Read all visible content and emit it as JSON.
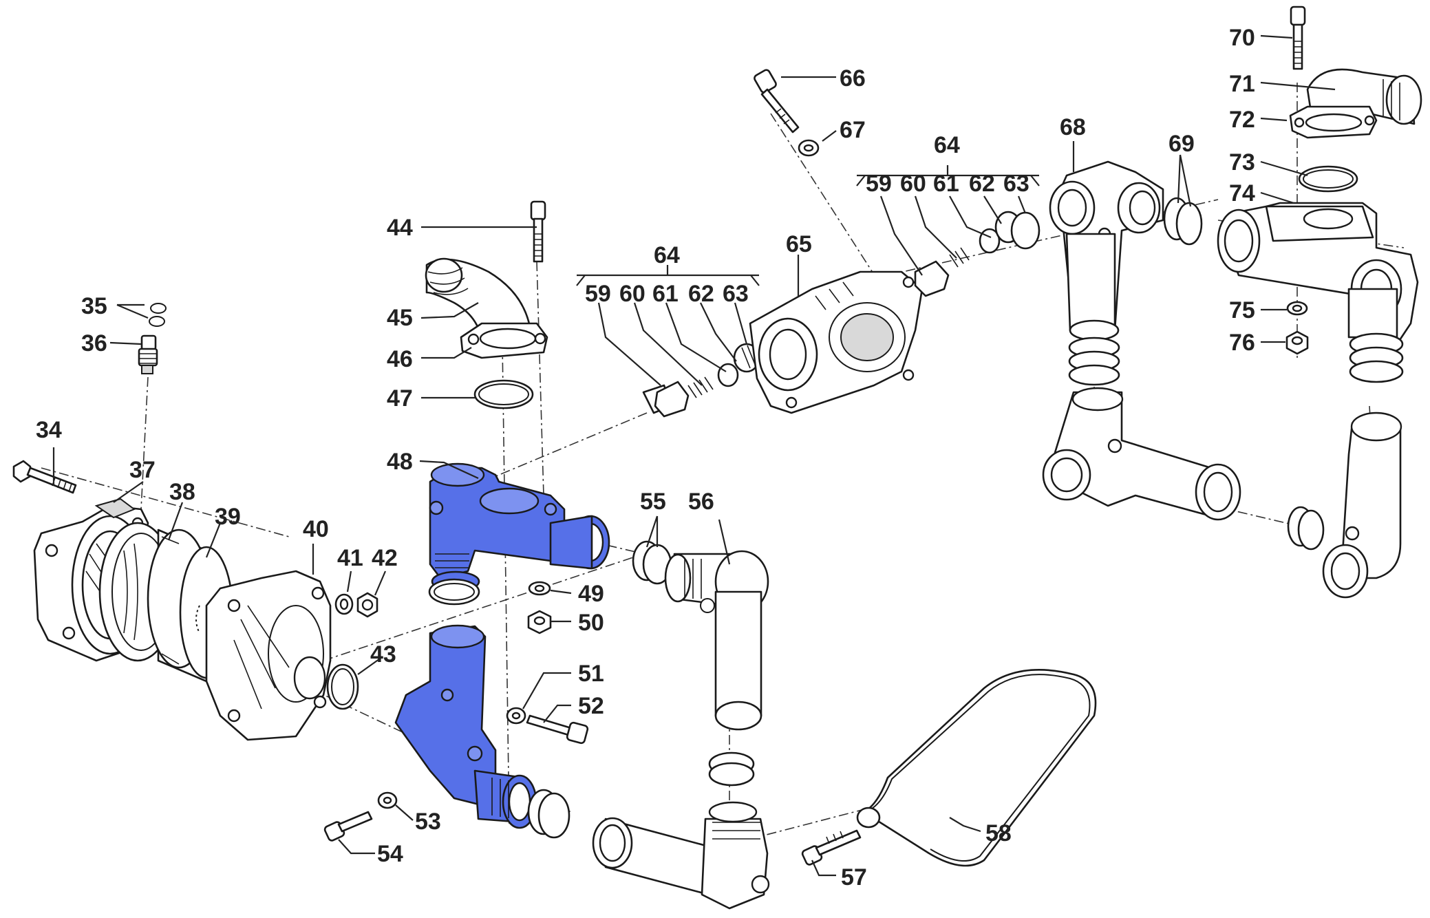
{
  "diagram": {
    "highlight_color": "#5670e8",
    "callouts": {
      "c34": "34",
      "c35": "35",
      "c36": "36",
      "c37": "37",
      "c38": "38",
      "c39": "39",
      "c40": "40",
      "c41": "41",
      "c42": "42",
      "c43": "43",
      "c44": "44",
      "c45": "45",
      "c46": "46",
      "c47": "47",
      "c48": "48",
      "c49": "49",
      "c50": "50",
      "c51": "51",
      "c52": "52",
      "c53": "53",
      "c54": "54",
      "c55": "55",
      "c56": "56",
      "c57": "57",
      "c58": "58",
      "c59a": "59",
      "c60a": "60",
      "c61a": "61",
      "c62a": "62",
      "c63a": "63",
      "c64a": "64",
      "c59b": "59",
      "c60b": "60",
      "c61b": "61",
      "c62b": "62",
      "c63b": "63",
      "c64b": "64",
      "c65": "65",
      "c66": "66",
      "c67": "67",
      "c68": "68",
      "c69": "69",
      "c70": "70",
      "c71": "71",
      "c72": "72",
      "c73": "73",
      "c74": "74",
      "c75": "75",
      "c76": "76"
    }
  }
}
